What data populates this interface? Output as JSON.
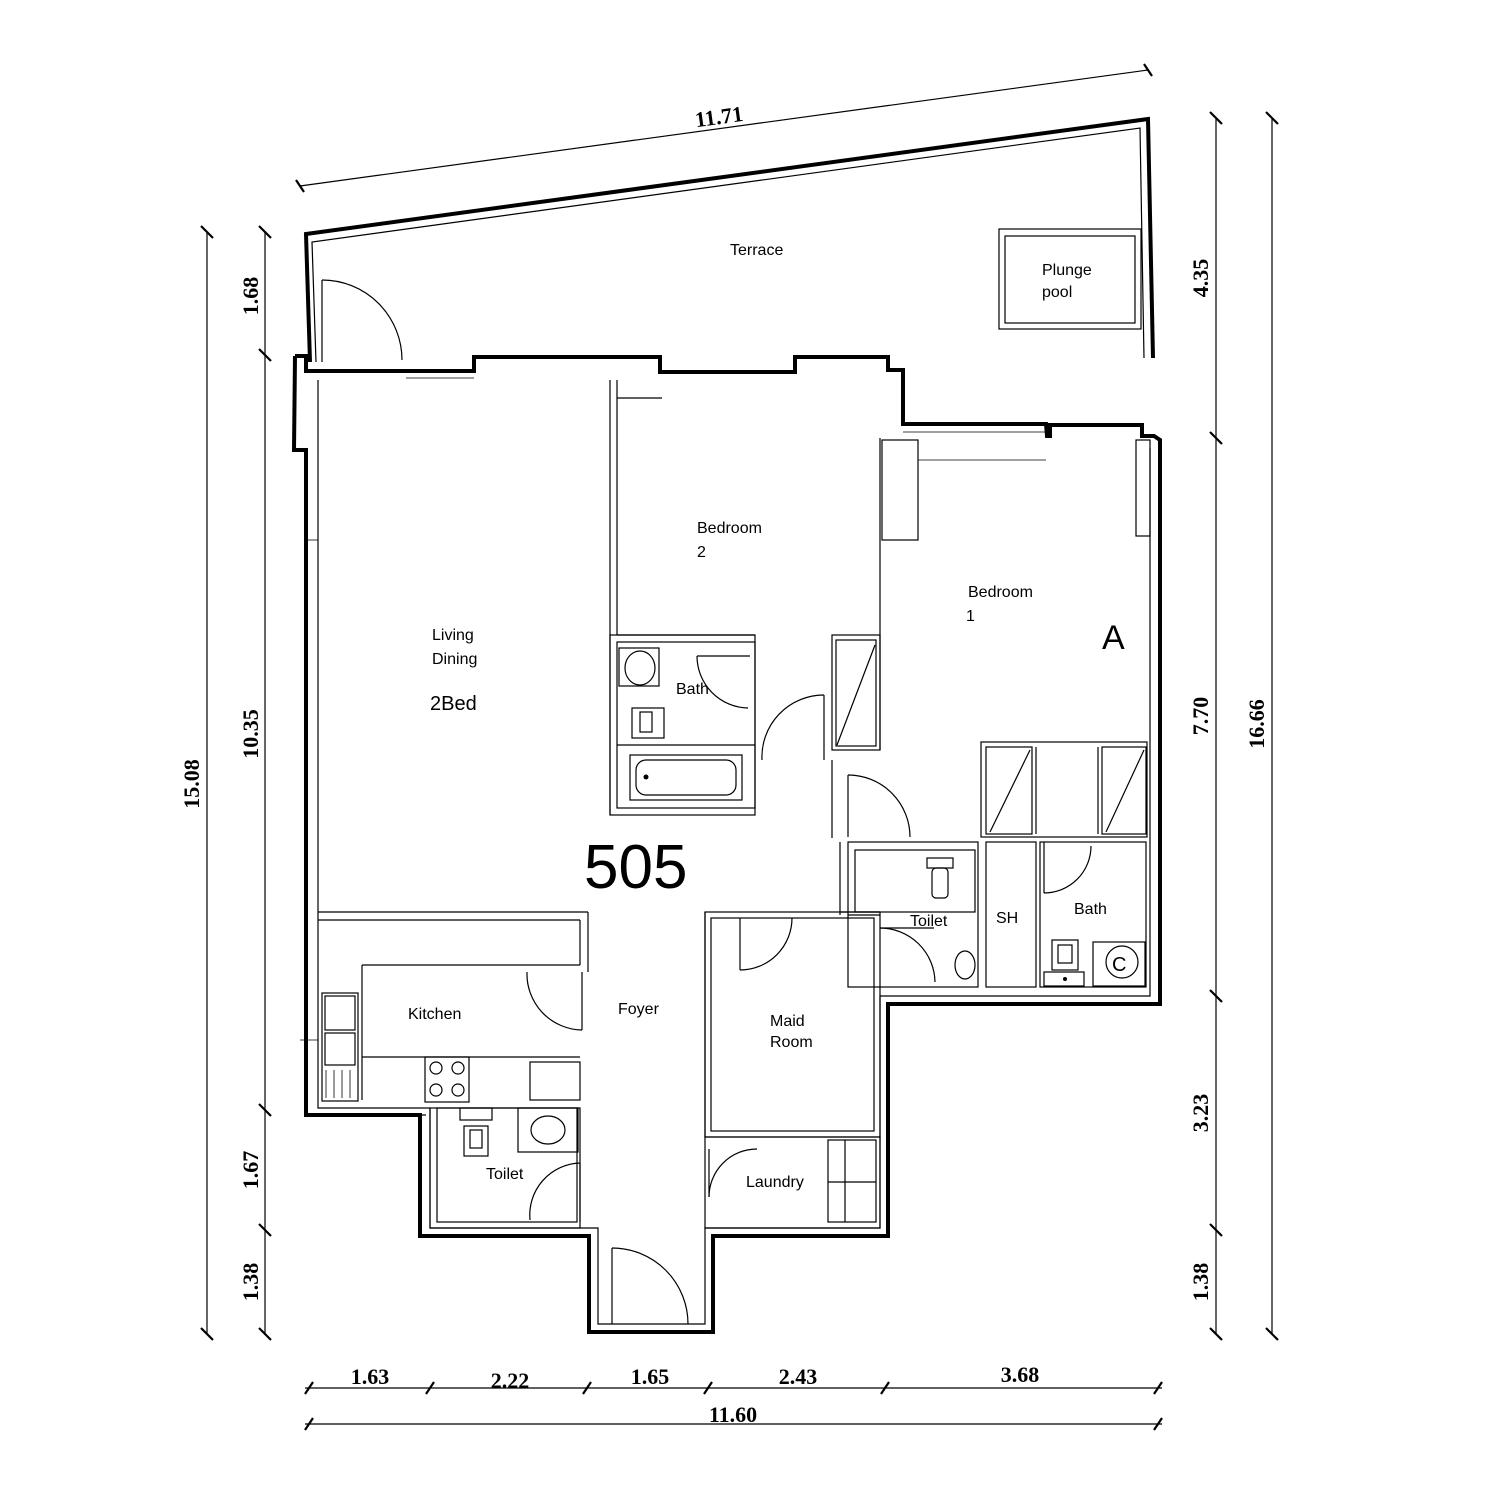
{
  "unit": {
    "number": "505",
    "type": "2Bed",
    "block": "A"
  },
  "rooms": {
    "terrace": "Terrace",
    "plunge_pool_1": "Plunge",
    "plunge_pool_2": "pool",
    "bedroom2_1": "Bedroom",
    "bedroom2_2": "2",
    "bedroom1_1": "Bedroom",
    "bedroom1_2": "1",
    "living_1": "Living",
    "living_2": "Dining",
    "bath_small": "Bath",
    "toilet_east": "Toilet",
    "sh": "SH",
    "bath_east": "Bath",
    "kitchen": "Kitchen",
    "foyer": "Foyer",
    "maid_1": "Maid",
    "maid_2": "Room",
    "toilet_west": "Toilet",
    "laundry": "Laundry",
    "c_mark": "C"
  },
  "dimensions": {
    "top_total": "11.71",
    "left_total": "15.08",
    "left_terrace": "1.68",
    "left_main": "10.35",
    "left_lower": "1.67",
    "left_bottom": "1.38",
    "right_total": "16.66",
    "right_terrace": "4.35",
    "right_main": "7.70",
    "right_lower": "3.23",
    "right_bottom": "1.38",
    "bottom_1": "1.63",
    "bottom_2": "2.22",
    "bottom_3": "1.65",
    "bottom_4": "2.43",
    "bottom_5": "3.68",
    "bottom_total": "11.60"
  }
}
